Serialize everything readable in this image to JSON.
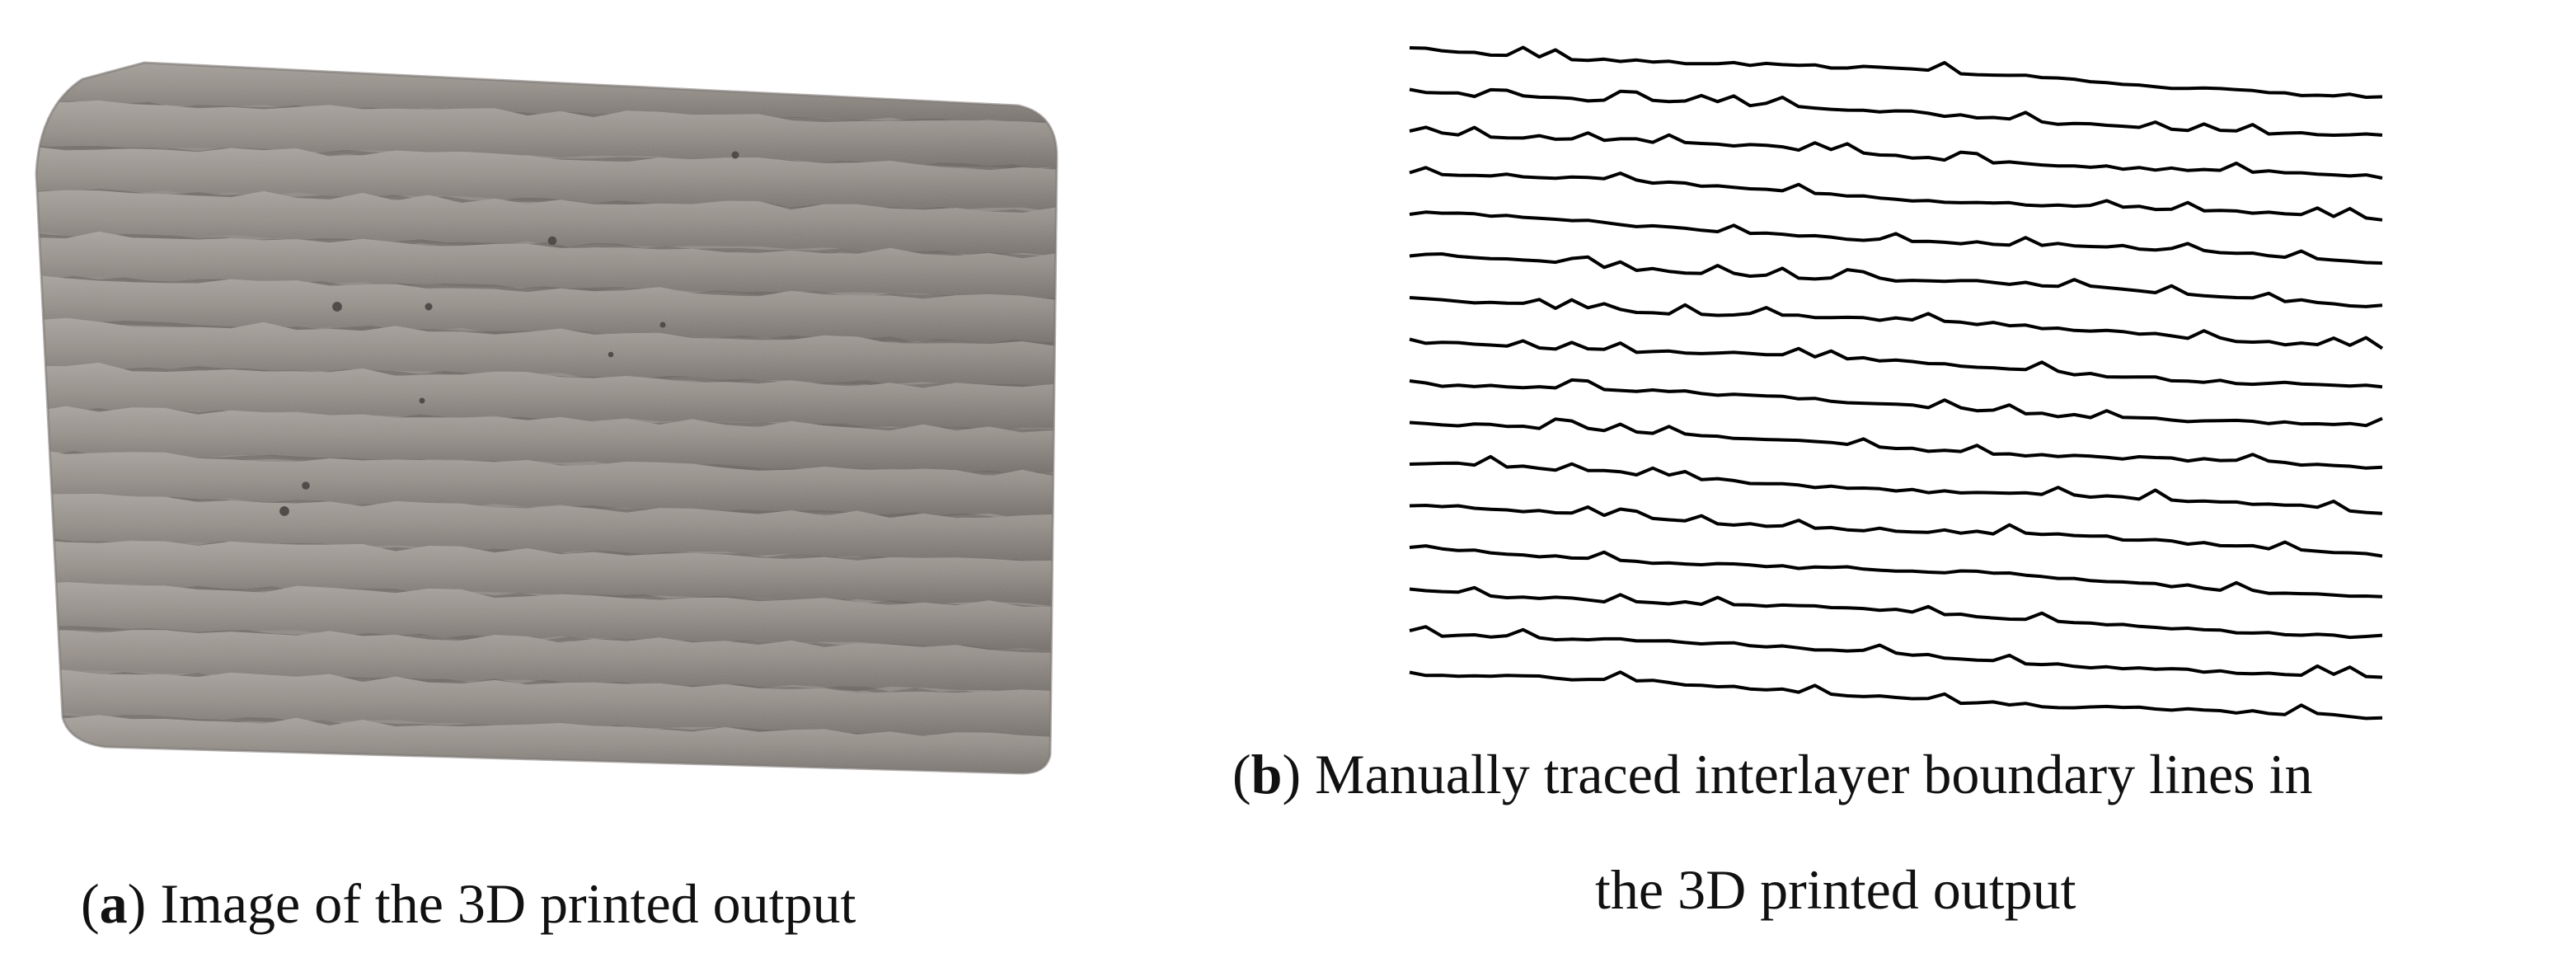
{
  "panel_a": {
    "caption_letter": "a",
    "caption_text": "Image of the 3D printed output"
  },
  "panel_b": {
    "caption_letter": "b",
    "caption_line1": "Manually traced interlayer boundary lines in",
    "caption_line2": "the 3D printed output"
  },
  "colors": {
    "printed_material": "#8f8984",
    "printed_highlight": "#a7a29d",
    "printed_shadow": "#6d6864",
    "trace_line": "#000000"
  }
}
